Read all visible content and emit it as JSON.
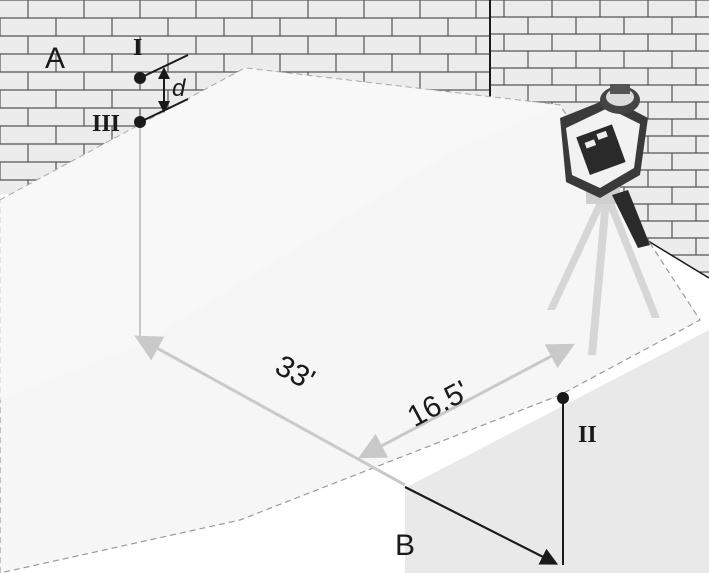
{
  "labels": {
    "wall_a": "A",
    "wall_b": "B",
    "point_1": "I",
    "point_2": "II",
    "point_3": "III",
    "offset": "d",
    "distance_long": "33'",
    "distance_short": "16.5'"
  },
  "colors": {
    "brick_fill": "#ececec",
    "brick_mortar": "#555555",
    "floor": "#ffffff",
    "shadow": "#e9e9e9",
    "beam": "#c9c9c9",
    "ink": "#1a1a1a"
  }
}
